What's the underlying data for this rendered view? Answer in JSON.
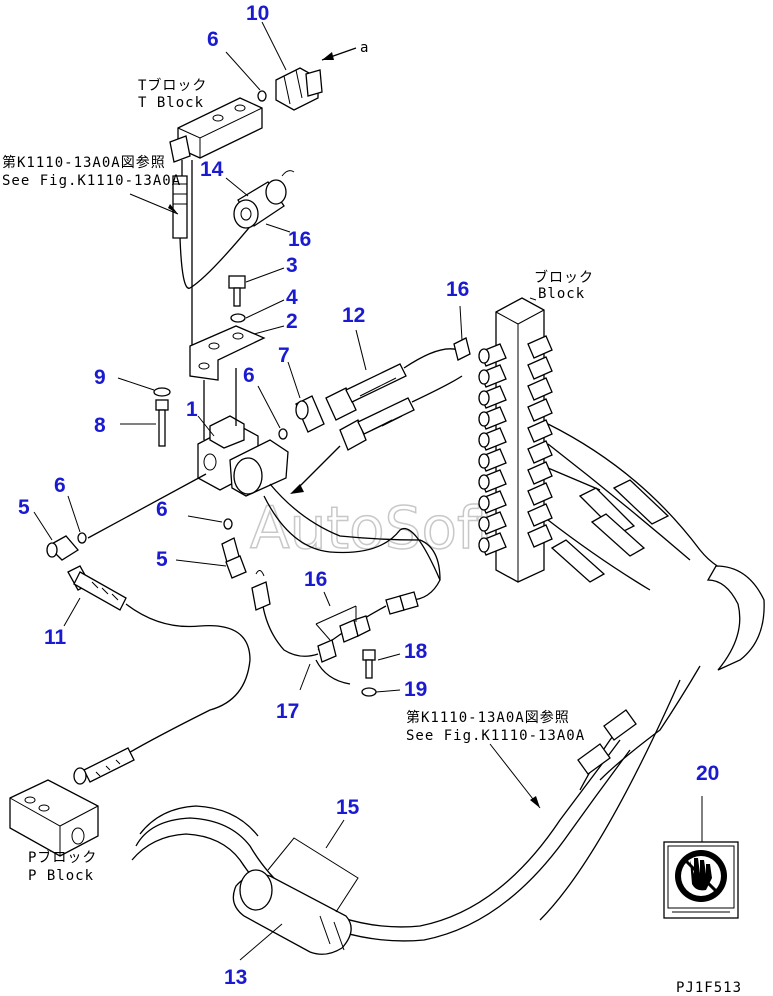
{
  "labels": {
    "t_block_jp": "Tブロック",
    "t_block_en": "T Block",
    "ref_top_jp": "第K1110-13A0A図参照",
    "ref_top_en": "See Fig.K1110-13A0A",
    "block_jp": "ブロック",
    "block_en": "Block",
    "ref_mid_jp": "第K1110-13A0A図参照",
    "ref_mid_en": "See Fig.K1110-13A0A",
    "p_block_jp": "Pブロック",
    "p_block_en": "P Block",
    "arrow_a": "a",
    "watermark": "AutoSoft",
    "drawing_code": "PJ1F513"
  },
  "callouts": {
    "c10": "10",
    "c6a": "6",
    "c14": "14",
    "c16a": "16",
    "c3": "3",
    "c4": "4",
    "c2": "2",
    "c12": "12",
    "c16b": "16",
    "c7": "7",
    "c9": "9",
    "c6b": "6",
    "c1": "1",
    "c8": "8",
    "c6c": "6",
    "c5a": "5",
    "c6d": "6",
    "c5b": "5",
    "c16c": "16",
    "c11": "11",
    "c18": "18",
    "c19": "19",
    "c17": "17",
    "c20": "20",
    "c15": "15",
    "c13": "13"
  }
}
